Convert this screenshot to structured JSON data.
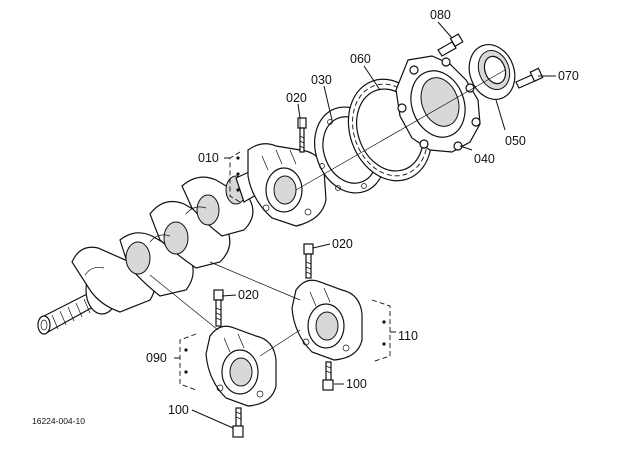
{
  "diagram": {
    "drawing_code": "16224-004-10",
    "callouts": {
      "c080": "080",
      "c070": "070",
      "c060": "060",
      "c030": "030",
      "c020_top": "020",
      "c010": "010",
      "c050": "050",
      "c040": "040",
      "c020_mid": "020",
      "c020_left": "020",
      "c110": "110",
      "c090": "090",
      "c100_right": "100",
      "c100_bottom": "100"
    }
  }
}
